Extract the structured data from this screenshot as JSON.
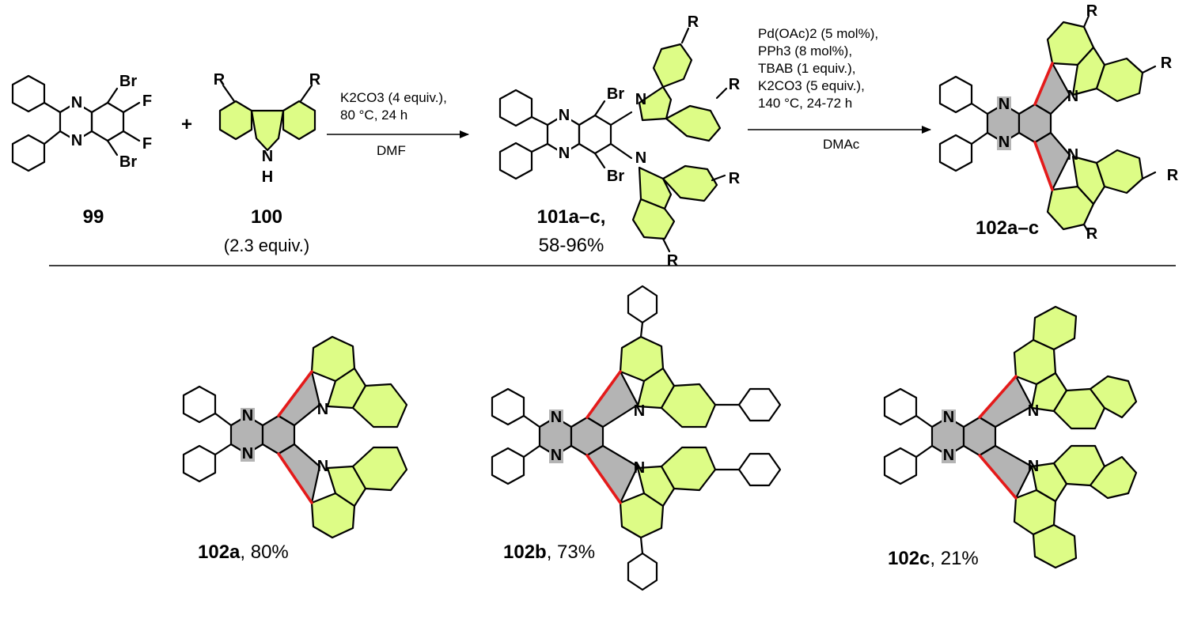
{
  "labels": {
    "br": "Br",
    "f": "F",
    "n": "N",
    "h": "H",
    "r": "R",
    "plus": "+"
  },
  "compounds": {
    "c99": "99",
    "c100": "100",
    "c100_equiv": "(2.3 equiv.)",
    "c101": "101a–c,",
    "c101_yield": "58-96%",
    "c102": "102a–c",
    "c102a": "102a",
    "c102a_yield": ", 80%",
    "c102b": "102b",
    "c102b_yield": ", 73%",
    "c102c": "102c",
    "c102c_yield": ", 21%"
  },
  "step1": {
    "line1": "K2CO3 (4 equiv.),",
    "line2": "80 °C, 24 h",
    "solvent": "DMF"
  },
  "step2": {
    "line1": "Pd(OAc)2 (5 mol%),",
    "line2": "PPh3 (8 mol%),",
    "line3": "TBAB (1 equiv.),",
    "line4": "K2CO3 (5 equiv.),",
    "line5": "140 °C, 24-72 h",
    "solvent": "DMAc"
  },
  "colors": {
    "highlight_ring": "#ddfc86",
    "core_ring": "#b4b4b4",
    "new_bond": "#e41a1a"
  }
}
